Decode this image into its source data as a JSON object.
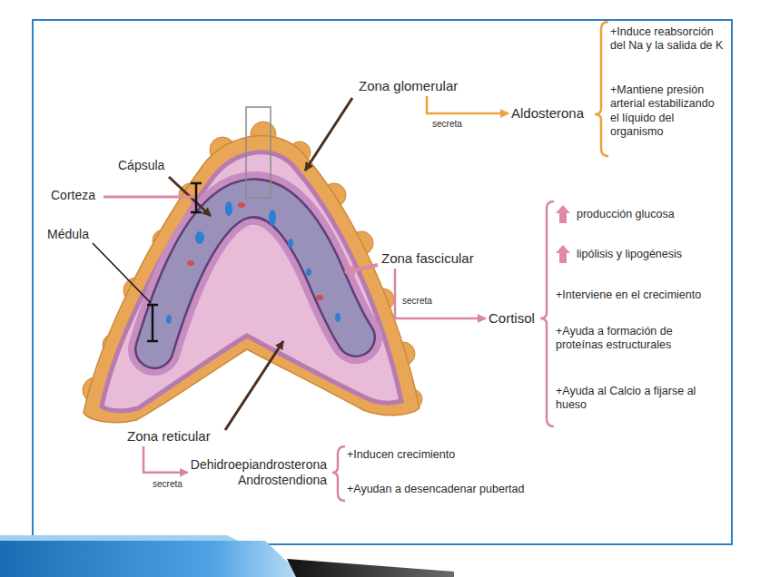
{
  "diagram": {
    "nodes": [
      {
        "text": [
          "Zona glomerular"
        ]
      },
      {
        "text": [
          "Aldosterona"
        ]
      },
      {
        "text": [
          "Zona fascicular"
        ]
      },
      {
        "text": [
          "Cortisol"
        ]
      },
      {
        "text": [
          "Zona reticular"
        ]
      },
      {
        "text": [
          "Dehidroepiandrosterona",
          "Androstendiona"
        ]
      }
    ],
    "edges": [
      {
        "from": 0,
        "to": 1,
        "arrow": "to",
        "label": "secreta"
      },
      {
        "from": 2,
        "to": 3,
        "arrow": "to",
        "label": "secreta"
      },
      {
        "from": 4,
        "to": 5,
        "arrow": "to",
        "label": "secreta"
      }
    ],
    "labels": [
      "Cápsula",
      "Corteza",
      "Médula",
      "+Induce reabsorción del Na y la salida de K",
      "+Mantiene presión arterial estabilizando el líquido del organismo",
      "producción glucosa",
      "lipólisis y lipogénesis",
      "+Interviene en el crecimiento",
      "+Ayuda a formación de proteínas estructurales",
      "+Ayuda al Calcio a fijarse al hueso",
      "+Inducen crecimiento",
      "+Ayudan a desencadenar pubertad"
    ]
  }
}
